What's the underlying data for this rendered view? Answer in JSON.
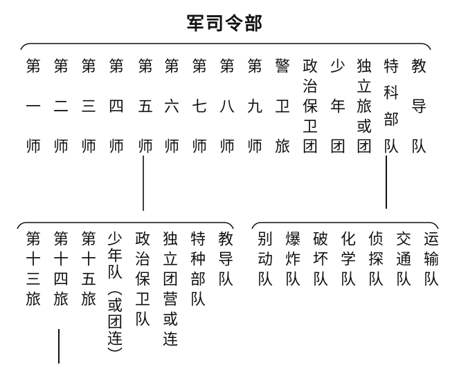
{
  "title": "军司令部",
  "top_units": [
    "第一师",
    "第二师",
    "第三师",
    "第四师",
    "第五师",
    "第六师",
    "第七师",
    "第八师",
    "第九师",
    "警卫旅",
    "政治保卫团",
    "少年团",
    "独立旅或团",
    "特科部队",
    "教导队"
  ],
  "fifth_division_units": [
    "第十三旅",
    "第十四旅",
    "第十五旅",
    "少年队（或团连）",
    "政治保卫队",
    "独立团营或连",
    "特种部队",
    "教导队"
  ],
  "special_units": [
    "别动队",
    "爆炸队",
    "破坏队",
    "化学队",
    "侦探队",
    "交通队",
    "运输队"
  ]
}
